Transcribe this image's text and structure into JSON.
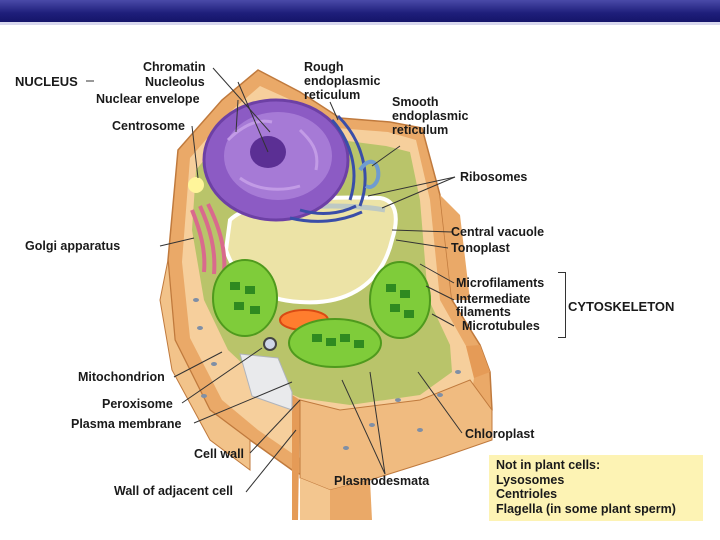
{
  "labels": {
    "nucleus": "NUCLEUS",
    "chromatin": "Chromatin",
    "nucleolus": "Nucleolus",
    "nuclear_envelope": "Nuclear envelope",
    "centrosome": "Centrosome",
    "golgi": "Golgi apparatus",
    "mitochondrion": "Mitochondrion",
    "peroxisome": "Peroxisome",
    "plasma_membrane": "Plasma membrane",
    "cell_wall": "Cell wall",
    "wall_adjacent": "Wall of adjacent cell",
    "rough_er_1": "Rough",
    "rough_er_2": "endoplasmic",
    "rough_er_3": "reticulum",
    "smooth_er_1": "Smooth",
    "smooth_er_2": "endoplasmic",
    "smooth_er_3": "reticulum",
    "ribosomes": "Ribosomes",
    "central_vacuole": "Central vacuole",
    "tonoplast": "Tonoplast",
    "microfilaments": "Microfilaments",
    "intermediate_1": "Intermediate",
    "intermediate_2": "filaments",
    "microtubules": "Microtubules",
    "cytoskeleton": "CYTOSKELETON",
    "chloroplast": "Chloroplast",
    "plasmodesmata": "Plasmodesmata"
  },
  "note": {
    "lines": [
      "Not in plant cells:",
      "Lysosomes",
      "Centrioles",
      "Flagella (in some plant sperm)"
    ]
  },
  "colors": {
    "header_bar": "#1e1e7a",
    "note_background": "#fdf3b4",
    "cell_wall": "#f0b87a",
    "nucleus": "#8c5bc4",
    "vacuole": "#ece3a6",
    "chloroplast": "#7fcc3a",
    "cytoplasm": "#b9c46a"
  }
}
